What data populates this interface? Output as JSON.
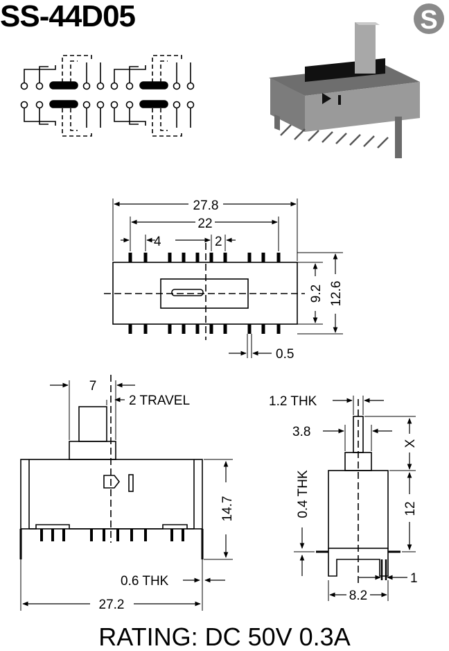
{
  "title": "SS-44D05",
  "brand_logo": "S",
  "rating": "RATING: DC 50V 0.3A",
  "top_view": {
    "overall_length": "27.8",
    "pin_span": "22",
    "pin_pitch_group": "4",
    "pin_pitch": "2",
    "inner_width": "9.2",
    "outer_width": "12.6",
    "pin_thickness": "0.5"
  },
  "front_view": {
    "actuator_width": "7",
    "travel": "2 TRAVEL",
    "height": "14.7",
    "tab_thickness": "0.6 THK",
    "body_length": "27.2"
  },
  "side_view": {
    "actuator_thickness": "1.2 THK",
    "actuator_depth": "3.8",
    "actuator_height_var": "X",
    "body_height": "12",
    "frame_thickness": "0.4 THK",
    "base_width": "8.2",
    "pin_offset": "1"
  },
  "colors": {
    "ink": "#000000",
    "logo_gray": "#8a8a8a",
    "photo_body": "#8f8f8f"
  }
}
